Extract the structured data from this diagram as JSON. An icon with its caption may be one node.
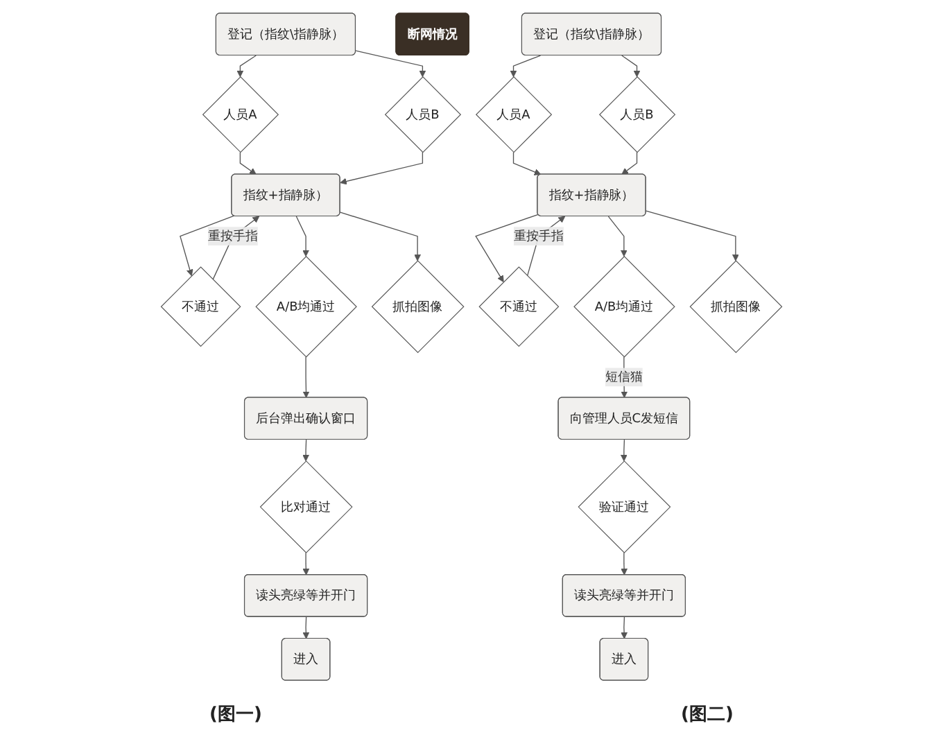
{
  "diagram": {
    "nodes": [
      {
        "text": [
          "登记（指纹\\指静脉）"
        ]
      },
      {
        "text": [
          "人员A"
        ]
      },
      {
        "text": [
          "人员B"
        ]
      },
      {
        "text": [
          "指纹+指静脉）"
        ]
      },
      {
        "text": [
          "不通过"
        ]
      },
      {
        "text": [
          "A/B均通过"
        ]
      },
      {
        "text": [
          "抓拍图像"
        ]
      },
      {
        "text": [
          "后台弹出确认窗口"
        ]
      },
      {
        "text": [
          "比对通过"
        ]
      },
      {
        "text": [
          "读头亮绿等并开门"
        ]
      },
      {
        "text": [
          "进入"
        ]
      },
      {
        "text": [
          "断网情况"
        ]
      },
      {
        "text": [
          "登记（指纹\\指静脉）"
        ]
      },
      {
        "text": [
          "人员A"
        ]
      },
      {
        "text": [
          "人员B"
        ]
      },
      {
        "text": [
          "指纹+指静脉）"
        ]
      },
      {
        "text": [
          "不通过"
        ]
      },
      {
        "text": [
          "A/B均通过"
        ]
      },
      {
        "text": [
          "抓拍图像"
        ]
      },
      {
        "text": [
          "向管理人员C发短信"
        ]
      },
      {
        "text": [
          "验证通过"
        ]
      },
      {
        "text": [
          "读头亮绿等并开门"
        ]
      },
      {
        "text": [
          "进入"
        ]
      }
    ],
    "edges": [
      {
        "from": 0,
        "to": 1,
        "arrow": "to"
      },
      {
        "from": 0,
        "to": 2,
        "arrow": "to"
      },
      {
        "from": 1,
        "to": 3,
        "arrow": "to"
      },
      {
        "from": 2,
        "to": 3,
        "arrow": "to"
      },
      {
        "from": 3,
        "to": 4,
        "arrow": "to"
      },
      {
        "from": 3,
        "to": 5,
        "arrow": "to"
      },
      {
        "from": 3,
        "to": 6,
        "arrow": "to"
      },
      {
        "from": 4,
        "to": 3,
        "arrow": "to",
        "label": "重按手指"
      },
      {
        "from": 5,
        "to": 7,
        "arrow": "to"
      },
      {
        "from": 7,
        "to": 8,
        "arrow": "to"
      },
      {
        "from": 8,
        "to": 9,
        "arrow": "to"
      },
      {
        "from": 9,
        "to": 10,
        "arrow": "to"
      },
      {
        "from": 12,
        "to": 13,
        "arrow": "to"
      },
      {
        "from": 12,
        "to": 14,
        "arrow": "to"
      },
      {
        "from": 13,
        "to": 15,
        "arrow": "to"
      },
      {
        "from": 14,
        "to": 15,
        "arrow": "to"
      },
      {
        "from": 15,
        "to": 16,
        "arrow": "to"
      },
      {
        "from": 15,
        "to": 17,
        "arrow": "to"
      },
      {
        "from": 15,
        "to": 18,
        "arrow": "to"
      },
      {
        "from": 16,
        "to": 15,
        "arrow": "to",
        "label": "重按手指"
      },
      {
        "from": 17,
        "to": 19,
        "arrow": "to",
        "label": "短信猫"
      },
      {
        "from": 19,
        "to": 20,
        "arrow": "to"
      },
      {
        "from": 20,
        "to": 21,
        "arrow": "to"
      },
      {
        "from": 21,
        "to": 22,
        "arrow": "to"
      }
    ],
    "labels": [
      "(图一)",
      "(图二)"
    ]
  }
}
